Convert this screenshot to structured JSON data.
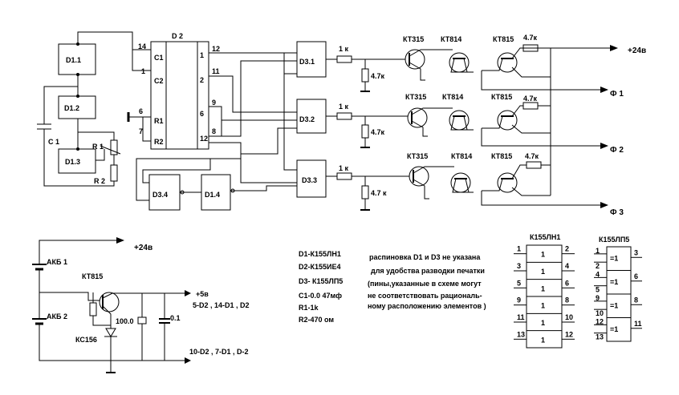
{
  "blocks": {
    "d11": "D1.1",
    "d12": "D1.2",
    "d13": "D1.3",
    "d14": "D1.4",
    "d2": "D 2",
    "d31": "D3.1",
    "d32": "D3.2",
    "d33": "D3.3",
    "d34": "D3.4"
  },
  "d2_pins": {
    "p14": "14",
    "c1": "C1",
    "p1": "1",
    "c2": "C2",
    "p6": "6",
    "r1": "R1",
    "p7": "7",
    "r2": "R2",
    "o1": "1",
    "o12": "12",
    "o2": "2",
    "o11": "11",
    "o6": "6",
    "o9": "9",
    "o12b": "12",
    "o8": "8"
  },
  "components": {
    "c1": "C 1",
    "r1": "R 1",
    "r2": "R 2",
    "r1k": "1 к",
    "r47k": "4.7к",
    "r47kb": "4.7 к",
    "kt315": "КТ315",
    "kt814": "КТ814",
    "kt815": "КТ815"
  },
  "outputs": {
    "v24": "+24в",
    "f1": "Ф 1",
    "f2": "Ф 2",
    "f3": "Ф 3"
  },
  "supply": {
    "v24": "+24в",
    "akb1": "АКБ 1",
    "akb2": "АКБ 2",
    "kt815": "КТ815",
    "ks156": "КС156",
    "cap100": "100.0",
    "cap01": "0.1",
    "v5": "+5в",
    "note5": "5-D2 , 14-D1 , D2",
    "note10": "10-D2 , 7-D1 , D-2"
  },
  "parts": [
    "D1-К155ЛН1",
    "D2-К155ИЕ4",
    "D3- К155ЛП5",
    "C1-0.0 47мф",
    "R1-1k",
    "R2-470 ом"
  ],
  "note_lines": [
    "распиновка D1 и D3 не указана",
    "для удобства разводки печатки",
    "(пины,указанные в схеме могут",
    "не соответствовать рациональ-",
    "ному расположению элементов )"
  ],
  "ln1": {
    "title": "К155ЛН1",
    "gate": "1",
    "rows": [
      {
        "in": "1",
        "out": "2"
      },
      {
        "in": "3",
        "out": "4"
      },
      {
        "in": "5",
        "out": "6"
      },
      {
        "in": "9",
        "out": "8"
      },
      {
        "in": "11",
        "out": "10"
      },
      {
        "in": "13",
        "out": "12"
      }
    ]
  },
  "lp5": {
    "title": "К155ЛП5",
    "gate": "=1",
    "rows": [
      {
        "a": "1",
        "b": "2",
        "out": "3"
      },
      {
        "a": "4",
        "b": "5",
        "out": "6"
      },
      {
        "a": "9",
        "b": "10",
        "out": "8"
      },
      {
        "a": "12",
        "b": "13",
        "out": "11"
      }
    ]
  }
}
